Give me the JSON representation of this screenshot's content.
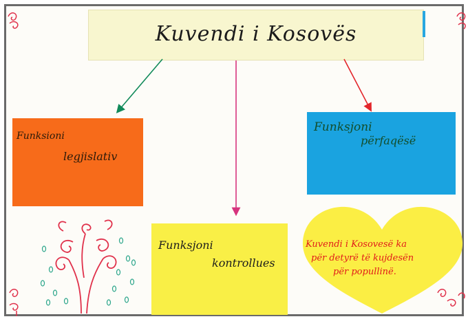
{
  "title": "Kuvendi i Kosovës",
  "boxes": {
    "legislative": {
      "line1": "Funksioni",
      "line2": "legjislativ",
      "color": "#f76b1a"
    },
    "control": {
      "line1": "Funksjoni",
      "line2": "kontrollues",
      "color": "#f9ef46"
    },
    "representative": {
      "line1": "Funksjoni",
      "line2": "përfaqësë",
      "color": "#1aa3e0"
    }
  },
  "heart": {
    "line1": "Kuvendi i Kosovesë ka",
    "line2": "për detyrë të kujdesën",
    "line3": "për popullinë.",
    "fill": "#fbee44",
    "text_color": "#e11a1a"
  },
  "arrows": {
    "left_color": "#118a5a",
    "center_color": "#d6337d",
    "right_color": "#e3262b"
  },
  "decorations": [
    "flower-icon",
    "swirl-tree-icon"
  ]
}
